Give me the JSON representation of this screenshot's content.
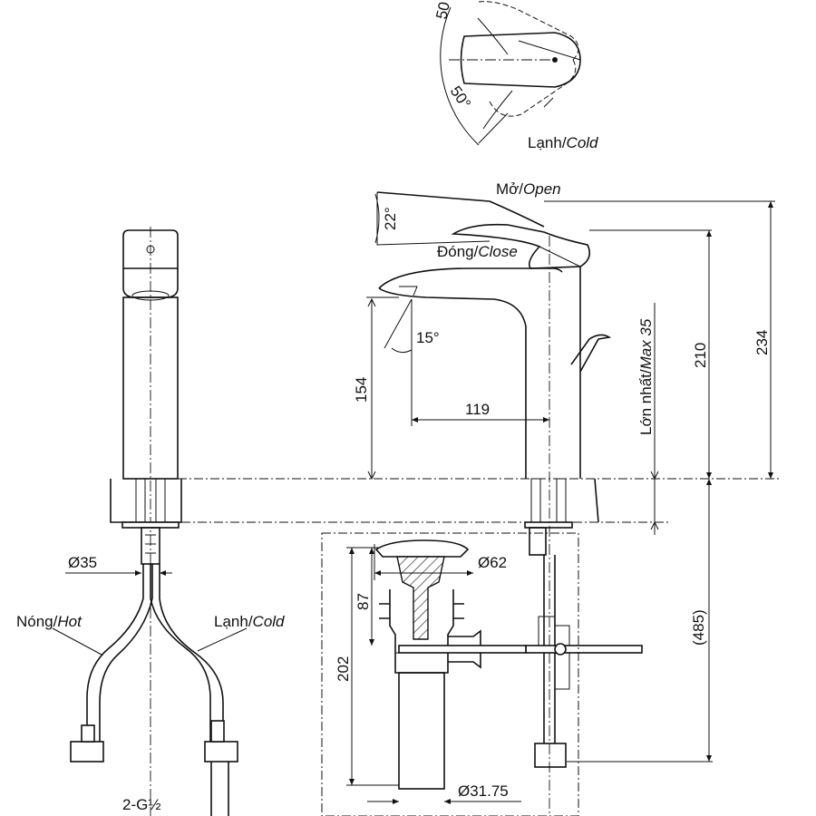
{
  "labels": {
    "angle_50_top": "50",
    "angle_50_bottom": "50°",
    "cold_top": "Lạnh/",
    "cold_top_it": "Cold",
    "open": "Mở/",
    "open_it": "Open",
    "close": "Đóng/",
    "close_it": "Close",
    "angle_22": "22°",
    "angle_15": "15°",
    "max35": "Lớn nhất/",
    "max35_it": "Max 35",
    "hot_left": "Nóng/",
    "hot_left_it": "Hot",
    "cold_left": "Lạnh/",
    "cold_left_it": "Cold",
    "thread": "2-G½"
  },
  "dimensions": {
    "d154": "154",
    "d119": "119",
    "d210": "210",
    "d234": "234",
    "d485": "(485)",
    "d35": "Ø35",
    "d62": "Ø62",
    "d87": "87",
    "d202": "202",
    "d3175": "Ø31.75"
  }
}
